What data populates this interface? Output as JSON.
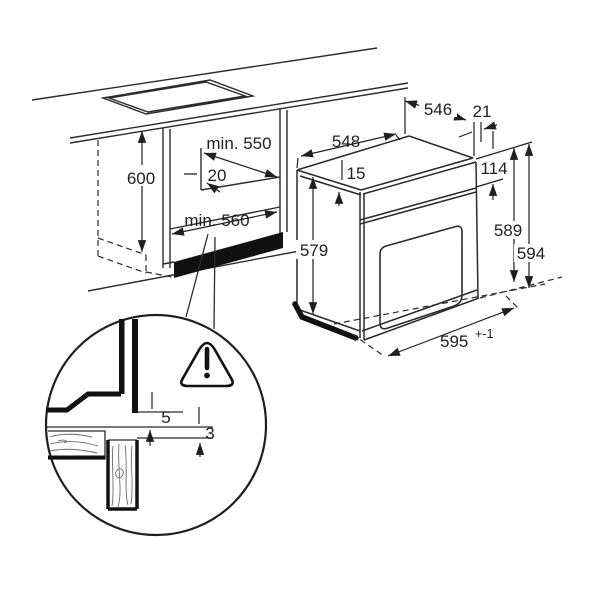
{
  "figure": {
    "title": "built-in-oven-installation-diagram",
    "line_color": "#2b2b2b",
    "background": "#ffffff"
  },
  "cabinet": {
    "niche_height": "600",
    "niche_depth_top": "min. 550",
    "rear_gap": "20",
    "niche_depth_bottom": "min. 560"
  },
  "oven": {
    "body_width_top": "548",
    "body_depth_top": "546",
    "front_overhang": "21",
    "top_clearance": "15",
    "control_panel_height": "114",
    "front_height": "589",
    "total_height": "594",
    "body_side_height": "579",
    "front_width_bottom": "595",
    "front_width_tolerance": "+-1"
  },
  "detail": {
    "gap_upper": "5",
    "gap_lower": "3",
    "warning_icon": "warning-triangle"
  }
}
